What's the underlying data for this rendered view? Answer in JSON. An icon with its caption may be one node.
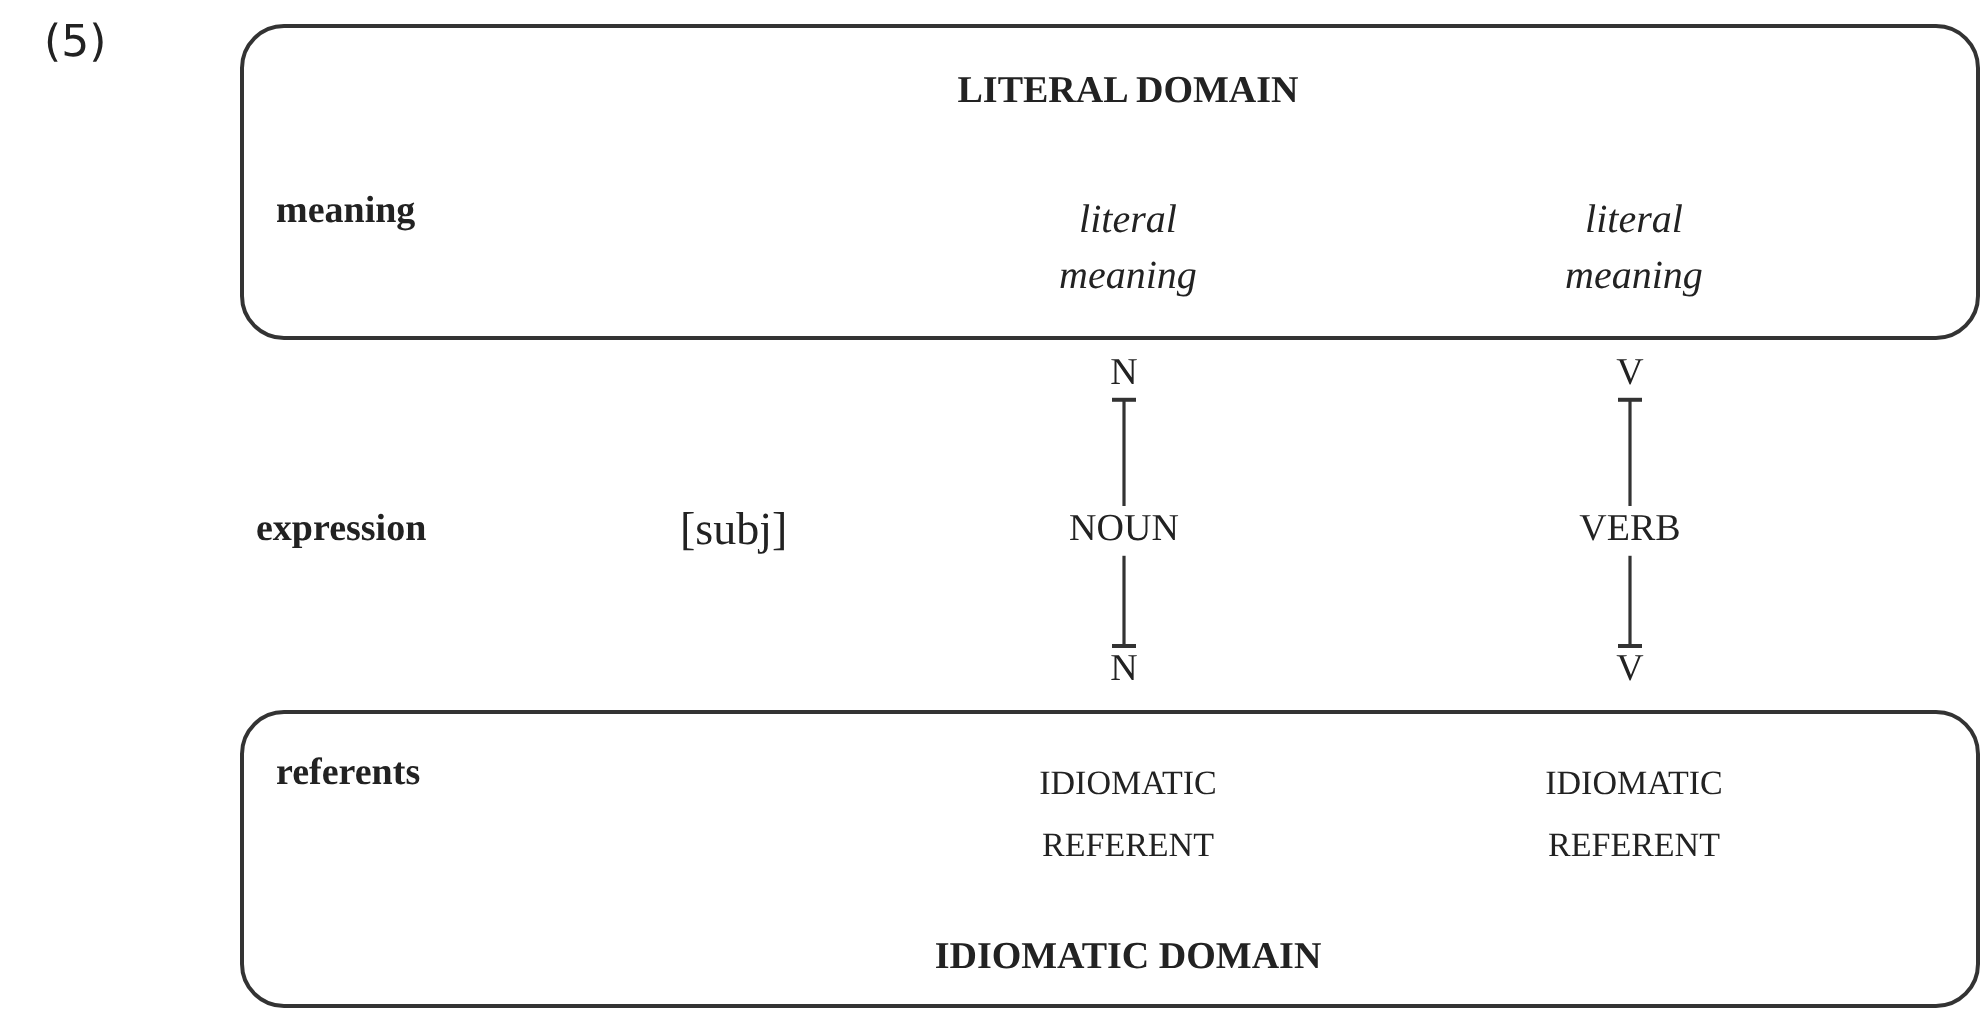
{
  "diagram": {
    "nodes": [
      {
        "text": [
          "LITERAL DOMAIN",
          "meaning"
        ]
      },
      {
        "text": [
          "literal meaning"
        ],
        "in": 0
      },
      {
        "text": [
          "literal meaning"
        ],
        "in": 0
      },
      {
        "text": [
          "N"
        ]
      },
      {
        "text": [
          "V"
        ]
      },
      {
        "text": [
          "NOUN"
        ]
      },
      {
        "text": [
          "VERB"
        ]
      },
      {
        "text": [
          "N"
        ]
      },
      {
        "text": [
          "V"
        ]
      },
      {
        "text": [
          "referents",
          "IDIOMATIC DOMAIN"
        ]
      },
      {
        "text": [
          "IDIOMATIC REFERENT"
        ],
        "in": 9
      },
      {
        "text": [
          "IDIOMATIC REFERENT"
        ],
        "in": 9
      }
    ],
    "edges": [
      {
        "from": 5,
        "to": 3,
        "arrow": "other"
      },
      {
        "from": 6,
        "to": 4,
        "arrow": "other"
      },
      {
        "from": 5,
        "to": 7,
        "arrow": "other"
      },
      {
        "from": 6,
        "to": 8,
        "arrow": "other"
      }
    ],
    "labels": [
      "(5)",
      "expression",
      "[subj]"
    ]
  }
}
